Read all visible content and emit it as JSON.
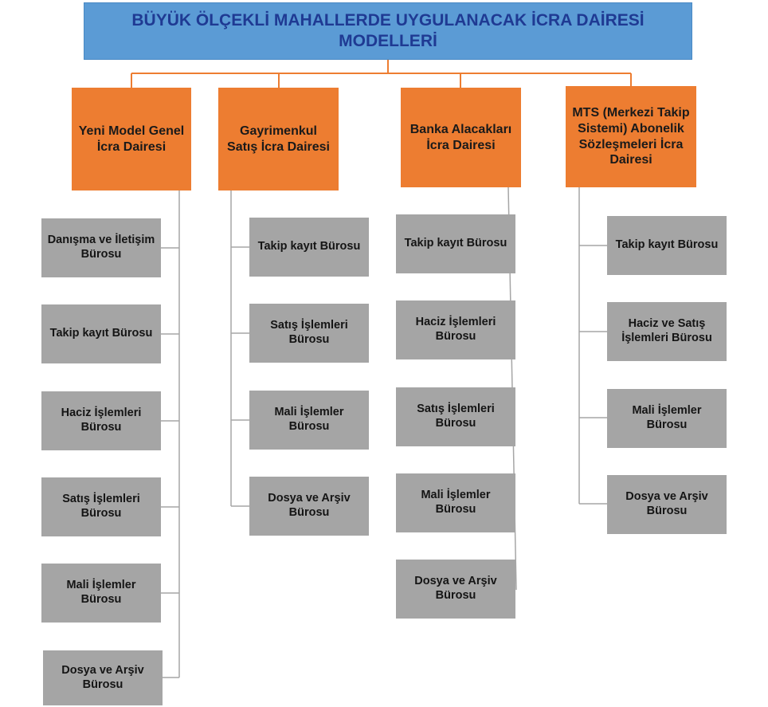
{
  "title": "BÜYÜK ÖLÇEKLİ MAHALLERDE UYGULANACAK İCRA DAİRESİ MODELLERİ",
  "colors": {
    "title_fill": "#5b9bd5",
    "title_text": "#1f3a93",
    "head_fill": "#ed7d31",
    "sub_fill": "#a5a5a5",
    "head_connector": "#ed7d31",
    "sub_connector": "#a6a6a6"
  },
  "columns": [
    {
      "head": "Yeni Model Genel İcra Dairesi",
      "items": [
        "Danışma ve İletişim Bürosu",
        "Takip kayıt Bürosu",
        "Haciz İşlemleri Bürosu",
        "Satış İşlemleri Bürosu",
        "Mali İşlemler Bürosu",
        "Dosya ve Arşiv Bürosu"
      ]
    },
    {
      "head": "Gayrimenkul Satış İcra Dairesi",
      "items": [
        "Takip kayıt Bürosu",
        "Satış İşlemleri Bürosu",
        "Mali İşlemler Bürosu",
        "Dosya ve Arşiv Bürosu"
      ]
    },
    {
      "head": "Banka Alacakları İcra Dairesi",
      "items": [
        "Takip kayıt Bürosu",
        "Haciz İşlemleri Bürosu",
        "Satış İşlemleri Bürosu",
        "Mali İşlemler Bürosu",
        "Dosya ve Arşiv Bürosu"
      ]
    },
    {
      "head": "MTS (Merkezi Takip Sistemi) Abonelik Sözleşmeleri İcra Dairesi",
      "items": [
        "Takip kayıt Bürosu",
        "Haciz ve Satış İşlemleri Bürosu",
        "Mali İşlemler Bürosu",
        "Dosya ve Arşiv Bürosu"
      ]
    }
  ]
}
